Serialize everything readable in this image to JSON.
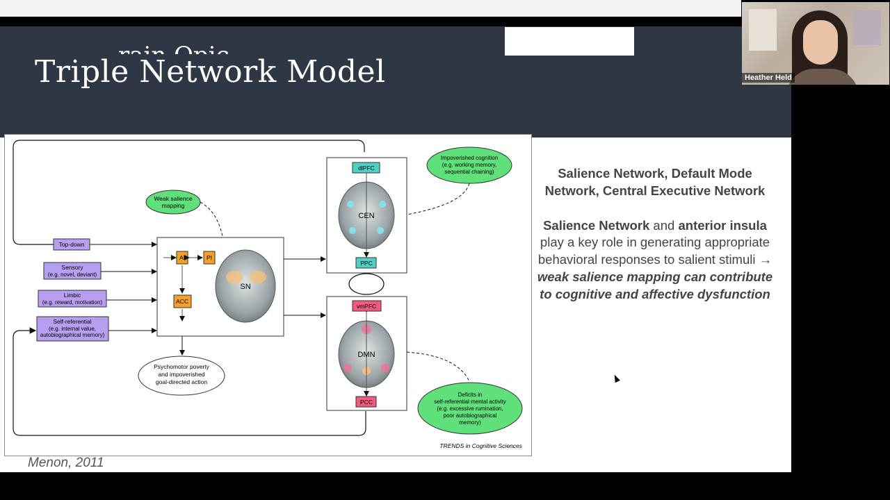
{
  "slide": {
    "ghost_title": "rain Opic",
    "title": "Triple Network Model",
    "citation": "Menon, 2011"
  },
  "webcam": {
    "name": "Heather Held"
  },
  "text_panel": {
    "heading": "Salience Network, Default Mode Network, Central Executive Network",
    "p2_bold1": "Salience Network",
    "p2_mid1": " and ",
    "p2_bold2": "anterior insula",
    "p2_mid2": " play a key role in generating appropriate behavioral responses to salient stimuli → ",
    "p2_italic": "weak salience mapping can contribute to cognitive and affective dysfunction"
  },
  "figure": {
    "inputs": [
      "Top-down",
      "Sensory",
      "(e.g. novel, deviant)",
      "Limbic",
      "(e.g. reward, motivation)",
      "Self-referential",
      "(e.g. internal value,",
      "autobiographical memory)"
    ],
    "sn_nodes": [
      "AI",
      "PI",
      "ACC"
    ],
    "sn_label": "SN",
    "weak_salience": [
      "Weak salience",
      "mapping"
    ],
    "psychomotor": [
      "Psychomotor poverty",
      "and impoverished",
      "goal-directed action"
    ],
    "cen_label": "CEN",
    "cen_nodes": [
      "dlPFC",
      "PPC"
    ],
    "dmn_label": "DMN",
    "dmn_nodes": [
      "vmPFC",
      "PCC"
    ],
    "impoverished": [
      "Impoverished cognition",
      "(e.g. working memory,",
      "sequential chaining)"
    ],
    "deficits": [
      "Deficits in",
      "self-referential mental activity",
      "(e.g. excessive rumination,",
      "poor autobiographical",
      "memory)"
    ],
    "credit": "TRENDS in Cognitive Sciences",
    "colors": {
      "purple": "#b69ff0",
      "orange": "#f5a02a",
      "teal": "#4fd1c4",
      "pink": "#f05a7e",
      "green": "#5fe07a"
    }
  }
}
